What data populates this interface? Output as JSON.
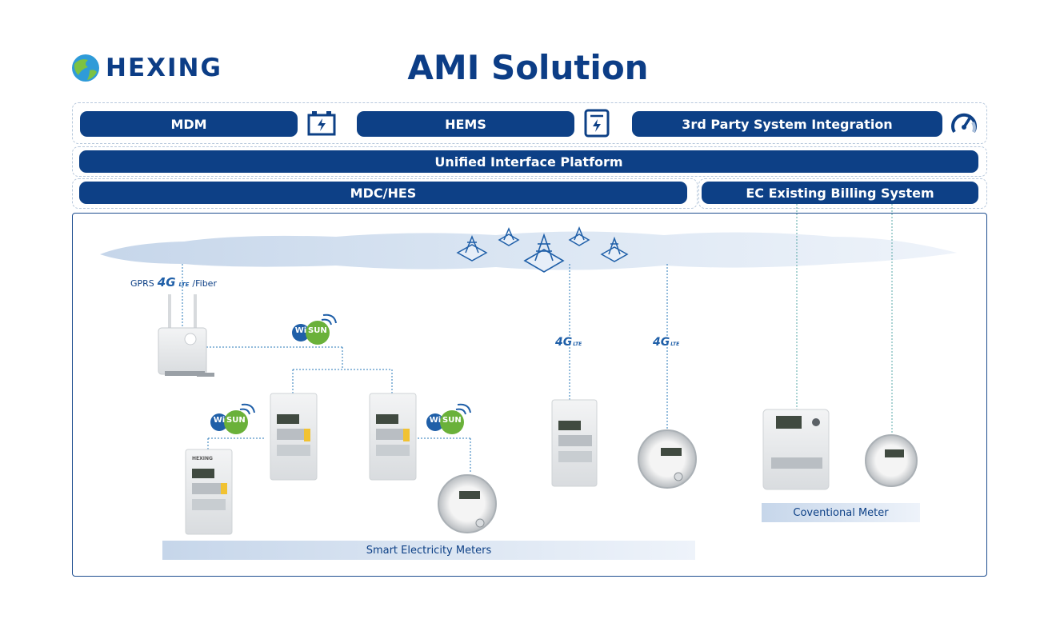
{
  "brand": {
    "name": "HEXING"
  },
  "title": "AMI Solution",
  "layers": {
    "mdm": "MDM",
    "hems": "HEMS",
    "third_party": "3rd Party System Integration",
    "uip": "Unified Interface Platform",
    "mdc_hes": "MDC/HES",
    "ec_billing": "EC Existing Billing System"
  },
  "icons": {
    "battery": "battery-icon",
    "charger": "charger-icon",
    "gauge": "gauge-icon",
    "tower": "transmission-tower-icon",
    "concentrator": "data-concentrator-icon",
    "meter_box": "smart-meter-icon",
    "meter_round": "round-meter-icon"
  },
  "comm": {
    "gprs": "GPRS",
    "four_g": "4G",
    "lte": "LTE",
    "fiber": "/Fiber",
    "wi": "Wi",
    "sun": "SUN"
  },
  "meters": {
    "brand_label": "HEXING"
  },
  "labels": {
    "smart_meters": "Smart Electricity Meters",
    "conventional": "Coventional Meter"
  },
  "colors": {
    "navy": "#0d4086",
    "band_border": "#b7c8dc",
    "cloud": "#d5e2f1",
    "wisun_green": "#6ab13a",
    "wisun_blue": "#1f5fa8"
  }
}
